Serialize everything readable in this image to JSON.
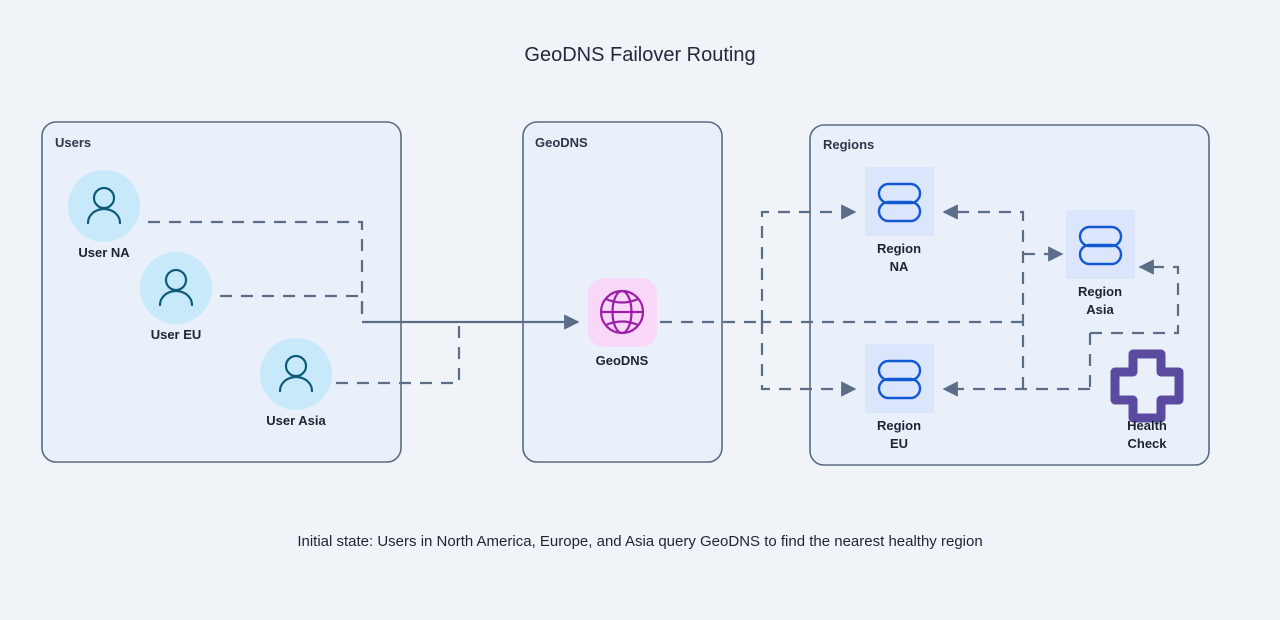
{
  "title": "GeoDNS Failover Routing",
  "caption": "Initial state: Users in North America, Europe, and Asia query GeoDNS to find the nearest healthy region",
  "colors": {
    "background": "#f0f4f9",
    "group_fill": "#e9f0fa",
    "group_stroke": "#5a6b82",
    "edge": "#5b6d87",
    "user_fill": "#c7e9fa",
    "user_icon": "#0f5c75",
    "dns_fill": "#f9d7f9",
    "dns_icon": "#9c1fa8",
    "region_fill": "#dbe6fc",
    "region_icon": "#1258d3",
    "health_icon": "#5b4ba0",
    "text": "#1d2433"
  },
  "groups": [
    {
      "id": "users",
      "label": "Users"
    },
    {
      "id": "geodns",
      "label": "GeoDNS"
    },
    {
      "id": "regions",
      "label": "Regions"
    }
  ],
  "nodes": {
    "user_na": {
      "label": "User NA",
      "icon": "user-icon"
    },
    "user_eu": {
      "label": "User EU",
      "icon": "user-icon"
    },
    "user_asia": {
      "label": "User Asia",
      "icon": "user-icon"
    },
    "geodns": {
      "label": "GeoDNS",
      "icon": "globe-icon"
    },
    "region_na": {
      "label_line1": "Region",
      "label_line2": "NA",
      "icon": "database-icon"
    },
    "region_eu": {
      "label_line1": "Region",
      "label_line2": "EU",
      "icon": "database-icon"
    },
    "region_asia": {
      "label_line1": "Region",
      "label_line2": "Asia",
      "icon": "database-icon"
    },
    "health_check": {
      "label_line1": "Health",
      "label_line2": "Check",
      "icon": "health-cross-icon"
    }
  },
  "edges": [
    {
      "from": "user_na",
      "to": "geodns",
      "style": "dashed-into-solid"
    },
    {
      "from": "user_eu",
      "to": "geodns",
      "style": "dashed-into-solid"
    },
    {
      "from": "user_asia",
      "to": "geodns",
      "style": "dashed-into-solid"
    },
    {
      "from": "geodns",
      "to": "region_na",
      "style": "dashed"
    },
    {
      "from": "geodns",
      "to": "region_eu",
      "style": "dashed"
    },
    {
      "from": "health_check",
      "to": "region_na",
      "style": "dashed"
    },
    {
      "from": "health_check",
      "to": "region_eu",
      "style": "dashed"
    },
    {
      "from": "health_check",
      "to": "region_asia",
      "style": "dashed"
    },
    {
      "from": "region_na_trunk",
      "to": "region_asia",
      "style": "dashed"
    }
  ]
}
